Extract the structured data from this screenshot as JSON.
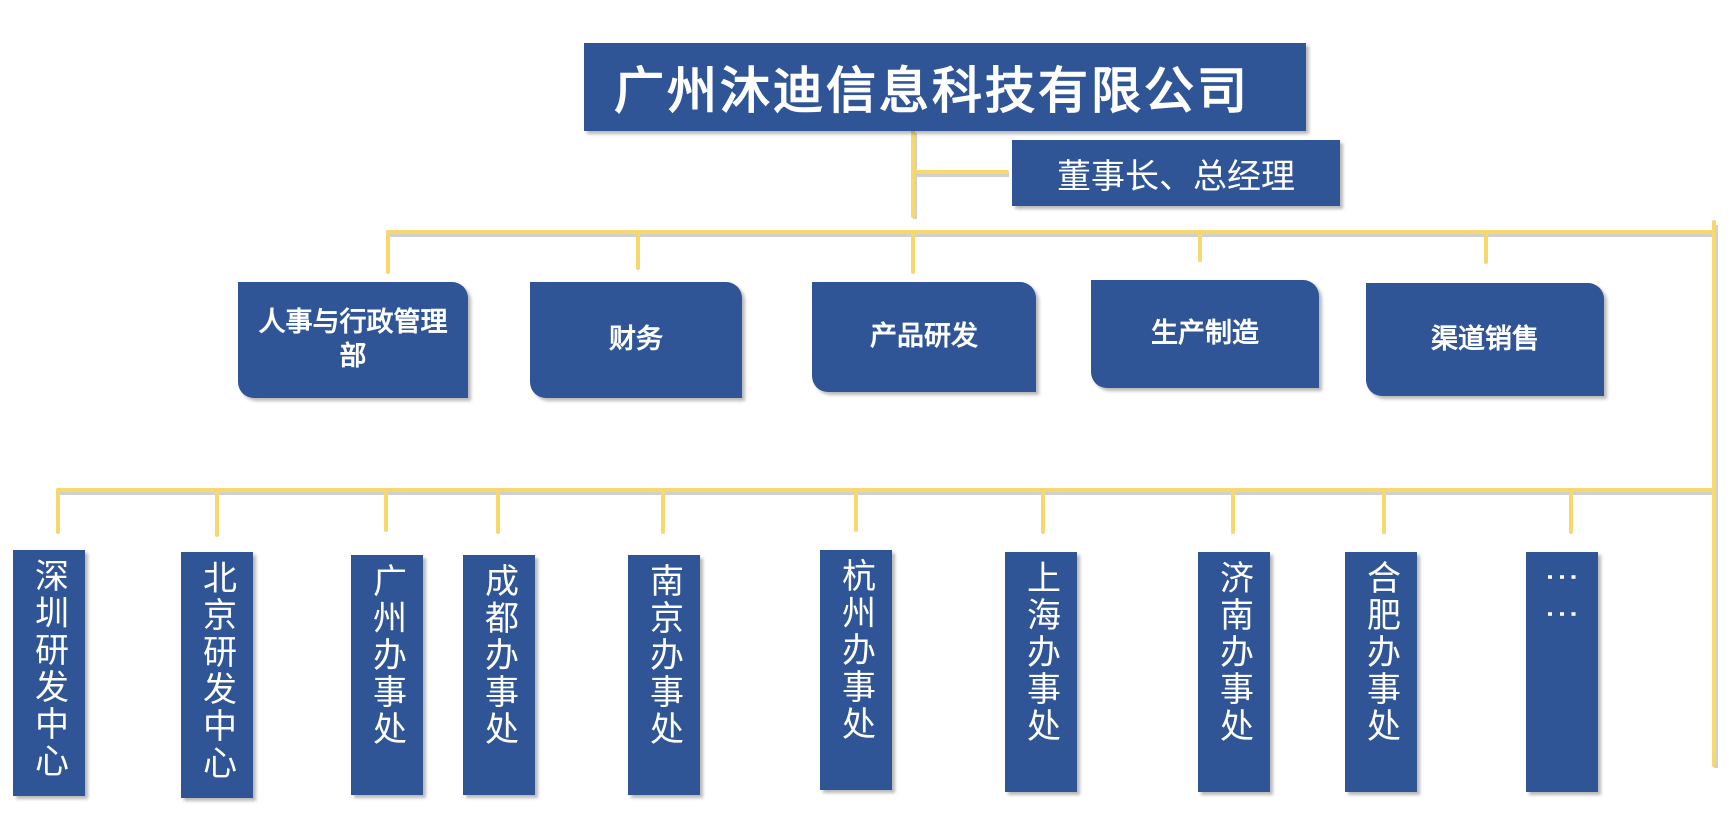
{
  "company": {
    "name": "广州沐迪信息科技有限公司"
  },
  "leader": {
    "title": "董事长、总经理"
  },
  "departments": [
    {
      "label": "人事与行政管理部"
    },
    {
      "label": "财务"
    },
    {
      "label": "产品研发"
    },
    {
      "label": "生产制造"
    },
    {
      "label": "渠道销售"
    }
  ],
  "branches": [
    {
      "label": "深圳研发中心"
    },
    {
      "label": "北京研发中心"
    },
    {
      "label": "广州办事处"
    },
    {
      "label": "成都办事处"
    },
    {
      "label": "南京办事处"
    },
    {
      "label": "杭州办事处"
    },
    {
      "label": "上海办事处"
    },
    {
      "label": "济南办事处"
    },
    {
      "label": "合肥办事处"
    },
    {
      "label": "⋮⋮"
    }
  ],
  "colors": {
    "box": "#2f5597",
    "connector": "#f5d76e"
  }
}
